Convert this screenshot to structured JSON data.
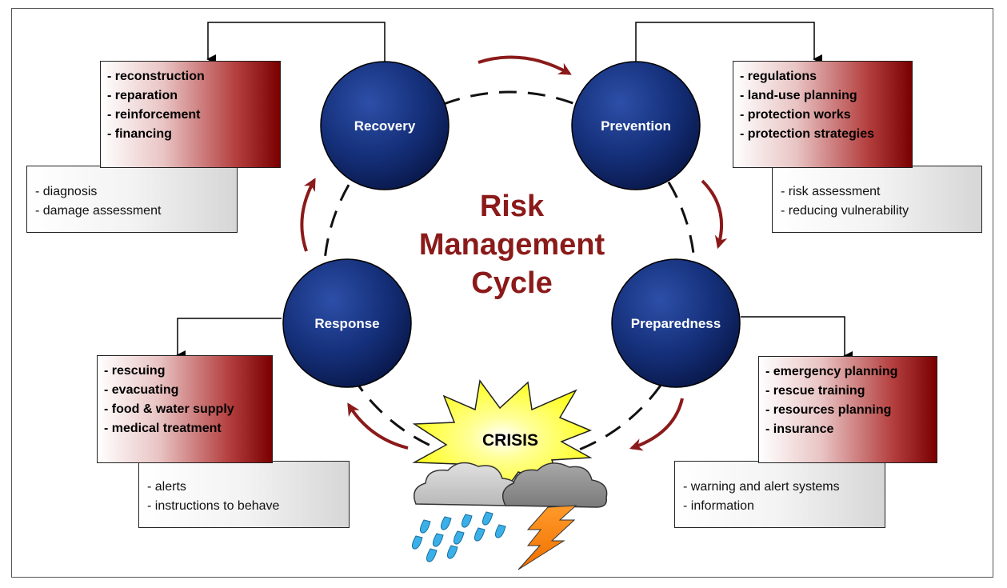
{
  "title_lines": [
    "Risk",
    "Management",
    "Cycle"
  ],
  "crisis_label": "CRISIS",
  "phases": {
    "recovery": "Recovery",
    "prevention": "Prevention",
    "preparedness": "Preparedness",
    "response": "Response"
  },
  "boxes": {
    "recovery_actions": [
      "- reconstruction",
      "- reparation",
      "- reinforcement",
      "- financing"
    ],
    "recovery_notes": [
      "- diagnosis",
      "- damage assessment"
    ],
    "prevention_actions": [
      "- regulations",
      "- land-use planning",
      "- protection works",
      "- protection strategies"
    ],
    "prevention_notes": [
      "- risk assessment",
      "- reducing vulnerability"
    ],
    "preparedness_actions": [
      "- emergency planning",
      "- rescue training",
      "- resources planning",
      "- insurance"
    ],
    "preparedness_notes": [
      "- warning and alert systems",
      "- information"
    ],
    "response_actions": [
      "- rescuing",
      "- evacuating",
      "- food & water supply",
      "- medical treatment"
    ],
    "response_notes": [
      "- alerts",
      "- instructions to behave"
    ]
  },
  "colors": {
    "circle_fill": "#0f2a6e",
    "arrow_red": "#8b1a1a",
    "title_red": "#8b1a1a",
    "crisis_yellow": "#ffff33"
  }
}
